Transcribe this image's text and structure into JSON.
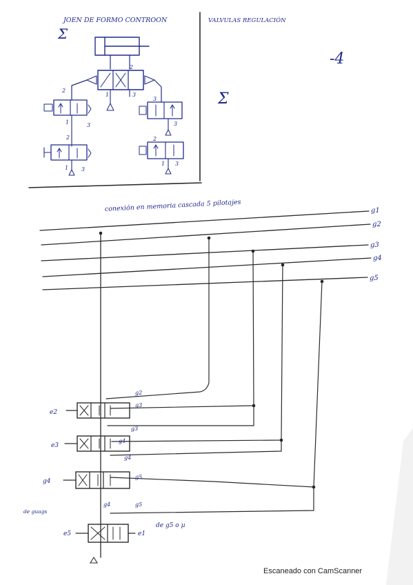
{
  "top_left_title": "JOEN DE FORMO CONTROON",
  "top_right_title": "VALVULAS REGULACIÓN",
  "left_margin_mark": "Σ",
  "right_mark_top": "-4",
  "right_mark_mid": "Σ",
  "port_labels": [
    "2",
    "1",
    "3",
    "2",
    "3",
    "2",
    "1",
    "3",
    "2",
    "1",
    "3",
    "3",
    "1",
    "3"
  ],
  "middle_title": "conexión en memoria cascada 5 pilotajes",
  "line_labels": [
    "g1",
    "g2",
    "g3",
    "g4",
    "g5"
  ],
  "valve_labels": [
    "e2",
    "e3",
    "g4",
    "de guags",
    "e5",
    "e1",
    "de g5 o µ"
  ],
  "pilot_labels": [
    "g2",
    "g3",
    "g3",
    "g4",
    "g4",
    "g5",
    "g4",
    "g5"
  ],
  "footer": "Escaneado con CamScanner"
}
